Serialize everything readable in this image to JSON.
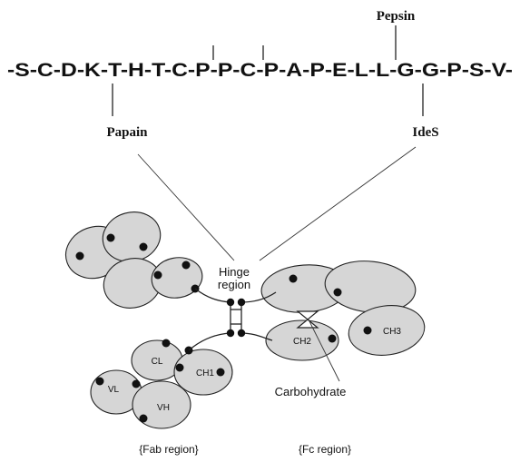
{
  "sequence": "-S-C-D-K-T-H-T-C-P-P-C-P-A-P-E-L-L-G-G-P-S-V-",
  "enzymes": {
    "pepsin": "Pepsin",
    "papain": "Papain",
    "ides": "IdeS"
  },
  "labels": {
    "hinge_line1": "Hinge",
    "hinge_line2": "region",
    "carbohydrate": "Carbohydrate",
    "fab_region": "{Fab region}",
    "fc_region": "{Fc region}"
  },
  "domains": {
    "cl": "CL",
    "ch1": "CH1",
    "vl": "VL",
    "vh": "VH",
    "ch2": "CH2",
    "ch3": "CH3"
  }
}
